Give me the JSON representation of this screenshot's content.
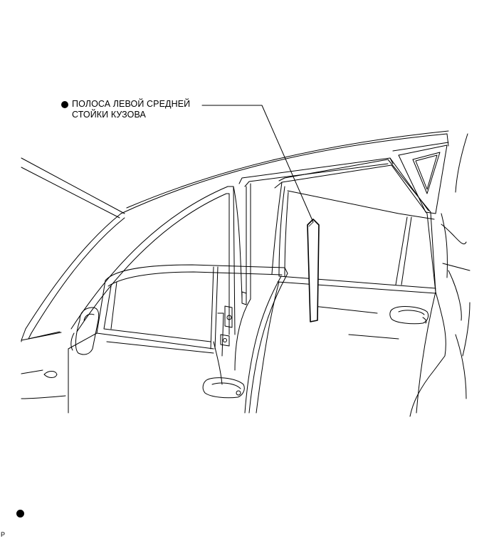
{
  "callout": {
    "label_line1": "ПОЛОСА ЛЕВОЙ СРЕДНЕЙ",
    "label_line2": "СТОЙКИ КУЗОВА",
    "highlight_part": "left-center-pillar-strip",
    "bullet_icon": "filled-circle-icon"
  },
  "legend": {
    "bullet_icon": "filled-circle-icon"
  },
  "figure_code": "P",
  "colors": {
    "line": "#000000",
    "background": "#ffffff",
    "highlight_fill": "#ffffff"
  }
}
